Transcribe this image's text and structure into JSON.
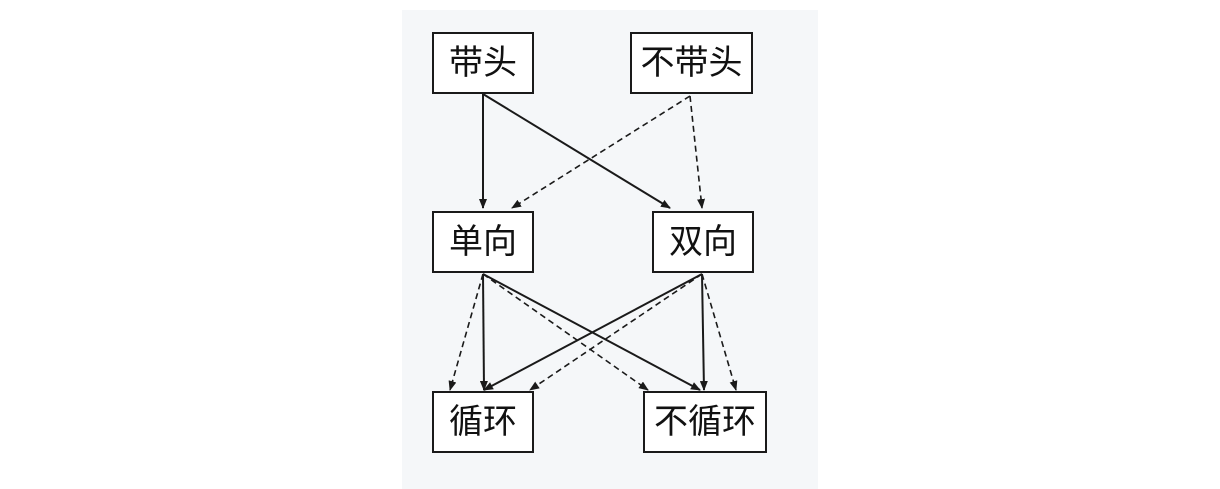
{
  "nodes": {
    "daitou": "带头",
    "budaitou": "不带头",
    "danxiang": "单向",
    "shuangxiang": "双向",
    "xunhuan": "循环",
    "buxunhuan": "不循环"
  },
  "edges": [
    {
      "from": "daitou",
      "to": "danxiang",
      "style": "solid"
    },
    {
      "from": "daitou",
      "to": "shuangxiang",
      "style": "solid"
    },
    {
      "from": "budaitou",
      "to": "danxiang",
      "style": "dashed"
    },
    {
      "from": "budaitou",
      "to": "shuangxiang",
      "style": "dashed"
    },
    {
      "from": "danxiang",
      "to": "xunhuan",
      "style": "solid"
    },
    {
      "from": "danxiang",
      "to": "xunhuan",
      "style": "dashed"
    },
    {
      "from": "danxiang",
      "to": "buxunhuan",
      "style": "solid"
    },
    {
      "from": "danxiang",
      "to": "buxunhuan",
      "style": "dashed"
    },
    {
      "from": "shuangxiang",
      "to": "xunhuan",
      "style": "solid"
    },
    {
      "from": "shuangxiang",
      "to": "xunhuan",
      "style": "dashed"
    },
    {
      "from": "shuangxiang",
      "to": "buxunhuan",
      "style": "solid"
    },
    {
      "from": "shuangxiang",
      "to": "buxunhuan",
      "style": "dashed"
    }
  ],
  "colors": {
    "panel": "#f5f7f9",
    "line": "#1a1a1a"
  }
}
